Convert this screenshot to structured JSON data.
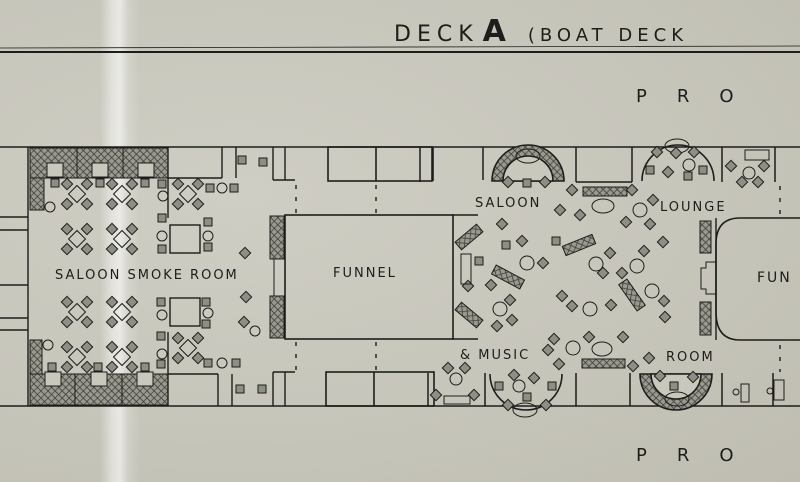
{
  "title": {
    "deck_word": "DECK",
    "deck_letter": "A",
    "subtitle": "(BOAT DECK"
  },
  "side_labels": {
    "top": "PRO",
    "bottom": "PRO"
  },
  "rooms": {
    "smoke_room": "SALOON SMOKE ROOM",
    "funnel_1": "FUNNEL",
    "funnel_2": "FUN",
    "lounge_parts": [
      "SALOON",
      "LOUNGE",
      "& MUSIC",
      "ROOM"
    ]
  },
  "colors": {
    "paper": "#c9c8bd",
    "ink": "#1d1d1b",
    "hatch": "#6e6d66"
  }
}
